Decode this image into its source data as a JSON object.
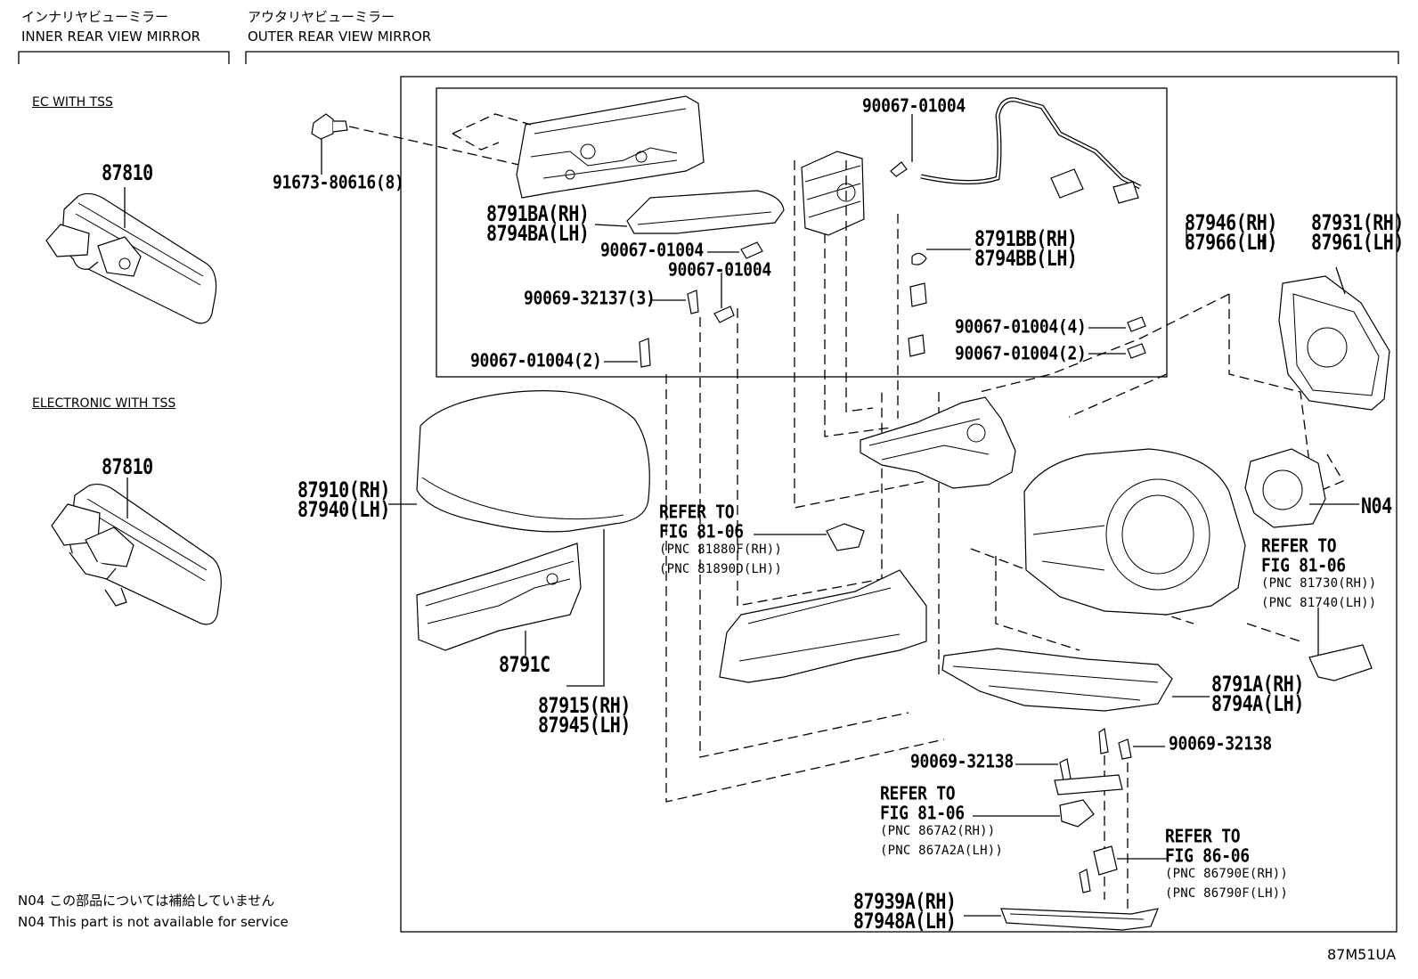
{
  "headers": {
    "inner_jp": "インナリヤビューミラー",
    "inner_en": "INNER REAR VIEW MIRROR",
    "outer_jp": "アウタリヤビューミラー",
    "outer_en": "OUTER REAR VIEW MIRROR"
  },
  "subsections": {
    "ec_with_tss": "EC WITH TSS",
    "electronic_with_tss": "ELECTRONIC WITH TSS"
  },
  "labels": {
    "p87810_a": "87810",
    "p87810_b": "87810",
    "p91673": "91673-80616(8)",
    "p8791BA": "8791BA(RH)",
    "p8794BA": "8794BA(LH)",
    "p90067_top": "90067-01004",
    "p90067_mid1": "90067-01004",
    "p90067_mid2": "90067-01004",
    "p90069_32137": "90069-32137(3)",
    "p90067_2a": "90067-01004(2)",
    "p8791BB": "8791BB(RH)",
    "p8794BB": "8794BB(LH)",
    "p90067_4": "90067-01004(4)",
    "p90067_2b": "90067-01004(2)",
    "p87946": "87946(RH)",
    "p87966": "87966(LH)",
    "p87931": "87931(RH)",
    "p87961": "87961(LH)",
    "p87910": "87910(RH)",
    "p87940": "87940(LH)",
    "p8791C": "8791C",
    "p87915": "87915(RH)",
    "p87945": "87945(LH)",
    "p8791A": "8791A(RH)",
    "p8794A": "8794A(LH)",
    "p90069_32138a": "90069-32138",
    "p90069_32138b": "90069-32138",
    "p87939A": "87939A(RH)",
    "p87948A": "87948A(LH)",
    "n04": "N04"
  },
  "references": {
    "r1_a": "REFER TO",
    "r1_b": "FIG 81-06",
    "r1_c": "(PNC 81880F(RH))",
    "r1_d": "(PNC 81890D(LH))",
    "r2_a": "REFER TO",
    "r2_b": "FIG 81-06",
    "r2_c": "(PNC 81730(RH))",
    "r2_d": "(PNC 81740(LH))",
    "r3_a": "REFER TO",
    "r3_b": "FIG 81-06",
    "r3_c": "(PNC 867A2(RH))",
    "r3_d": "(PNC 867A2A(LH))",
    "r4_a": "REFER TO",
    "r4_b": "FIG 86-06",
    "r4_c": "(PNC 86790E(RH))",
    "r4_d": "(PNC 86790F(LH))"
  },
  "notes": {
    "jp": "N04 この部品については補給していません",
    "en": "N04 This part is not available for service"
  },
  "figure_id": "87M51UA"
}
